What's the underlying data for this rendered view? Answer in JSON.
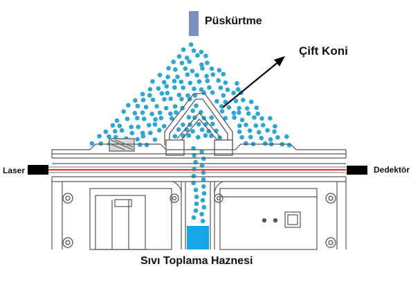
{
  "labels": {
    "spray": "Püskürtme",
    "double_cone": "Çift Koni",
    "laser": "Laser",
    "detector": "Dedektör",
    "reservoir": "Sıvı Toplama Haznesi"
  },
  "colors": {
    "nozzle": "#7d8fc2",
    "droplet": "#2aa7d7",
    "liquid": "#13a6e3",
    "laser_beam": "#e23a2a",
    "housing_line": "#555555",
    "block": "#000000"
  }
}
